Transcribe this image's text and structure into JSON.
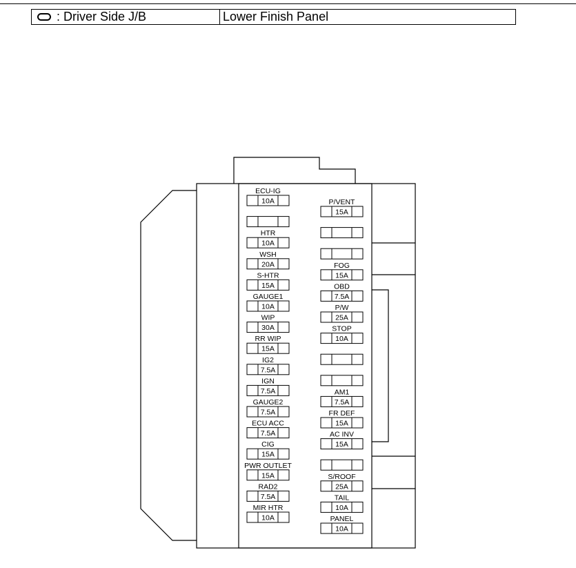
{
  "header": {
    "location_label": ": Driver Side J/B",
    "location_detail": "Lower Finish Panel",
    "location_icon": "oval-icon"
  },
  "fuses": {
    "left": [
      {
        "name": "ECU-IG",
        "amp": "10A"
      },
      {
        "name": "",
        "amp": ""
      },
      {
        "name": "HTR",
        "amp": "10A"
      },
      {
        "name": "WSH",
        "amp": "20A"
      },
      {
        "name": "S-HTR",
        "amp": "15A"
      },
      {
        "name": "GAUGE1",
        "amp": "10A"
      },
      {
        "name": "WIP",
        "amp": "30A"
      },
      {
        "name": "RR WIP",
        "amp": "15A"
      },
      {
        "name": "IG2",
        "amp": "7.5A"
      },
      {
        "name": "IGN",
        "amp": "7.5A"
      },
      {
        "name": "GAUGE2",
        "amp": "7.5A"
      },
      {
        "name": "ECU ACC",
        "amp": "7.5A"
      },
      {
        "name": "CIG",
        "amp": "15A"
      },
      {
        "name": "PWR OUTLET",
        "amp": "15A"
      },
      {
        "name": "RAD2",
        "amp": "7.5A"
      },
      {
        "name": "MIR HTR",
        "amp": "10A"
      }
    ],
    "right": [
      {
        "name": "P/VENT",
        "amp": "15A"
      },
      {
        "name": "",
        "amp": ""
      },
      {
        "name": "",
        "amp": ""
      },
      {
        "name": "FOG",
        "amp": "15A"
      },
      {
        "name": "OBD",
        "amp": "7.5A"
      },
      {
        "name": "P/W",
        "amp": "25A"
      },
      {
        "name": "STOP",
        "amp": "10A"
      },
      {
        "name": "",
        "amp": ""
      },
      {
        "name": "",
        "amp": ""
      },
      {
        "name": "AM1",
        "amp": "7.5A"
      },
      {
        "name": "FR DEF",
        "amp": "15A"
      },
      {
        "name": "AC INV",
        "amp": "15A"
      },
      {
        "name": "",
        "amp": ""
      },
      {
        "name": "S/ROOF",
        "amp": "25A"
      },
      {
        "name": "TAIL",
        "amp": "10A"
      },
      {
        "name": "PANEL",
        "amp": "10A"
      }
    ]
  }
}
